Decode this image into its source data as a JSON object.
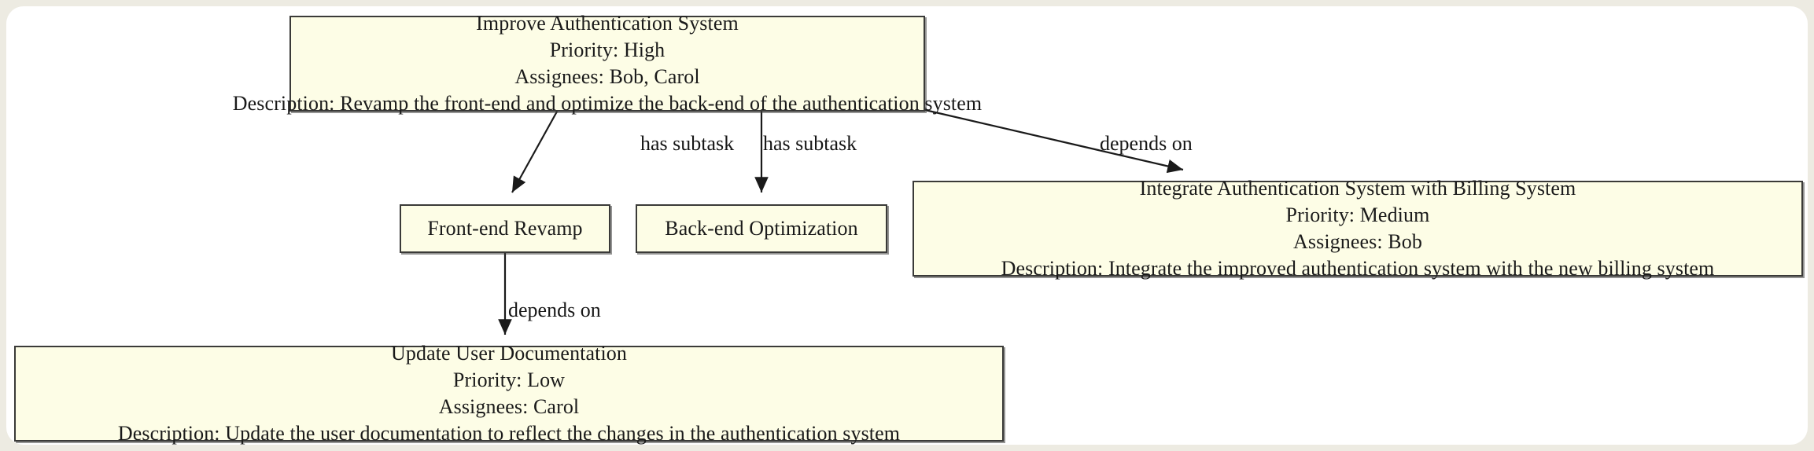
{
  "diagram": {
    "title": "Task Dependency Diagram",
    "background_color": "#edebe2",
    "canvas_color": "#ffffff",
    "node_fill": "#fdfde6",
    "node_border": "#3a3a38",
    "edge_color": "#1a1a1a"
  },
  "nodes": [
    {
      "id": "improve",
      "lines": [
        "Improve Authentication System",
        "Priority: High",
        "Assignees: Bob, Carol",
        "Description: Revamp the front-end and optimize the back-end of the authentication system"
      ],
      "title": "Improve Authentication System",
      "priority": "High",
      "assignees": "Bob, Carol",
      "description": "Revamp the front-end and optimize the back-end of the authentication system"
    },
    {
      "id": "frontend",
      "lines": [
        "Front-end Revamp"
      ],
      "title": "Front-end Revamp"
    },
    {
      "id": "backend",
      "lines": [
        "Back-end Optimization"
      ],
      "title": "Back-end Optimization"
    },
    {
      "id": "integrate",
      "lines": [
        "Integrate Authentication System with Billing System",
        "Priority: Medium",
        "Assignees: Bob",
        "Description: Integrate the improved authentication system with the new billing system"
      ],
      "title": "Integrate Authentication System with Billing System",
      "priority": "Medium",
      "assignees": "Bob",
      "description": "Integrate the improved authentication system with the new billing system"
    },
    {
      "id": "update",
      "lines": [
        "Update User Documentation",
        "Priority: Low",
        "Assignees: Carol",
        "Description: Update the user documentation to reflect the changes in the authentication system"
      ],
      "title": "Update User Documentation",
      "priority": "Low",
      "assignees": "Carol",
      "description": "Update the user documentation to reflect the changes in the authentication system"
    }
  ],
  "edges": [
    {
      "id": "e1",
      "from": "improve",
      "to": "frontend",
      "label": "has subtask"
    },
    {
      "id": "e2",
      "from": "improve",
      "to": "backend",
      "label": "has subtask"
    },
    {
      "id": "e3",
      "from": "improve",
      "to": "integrate",
      "label": "depends on"
    },
    {
      "id": "e4",
      "from": "frontend",
      "to": "update",
      "label": "depends on"
    }
  ]
}
